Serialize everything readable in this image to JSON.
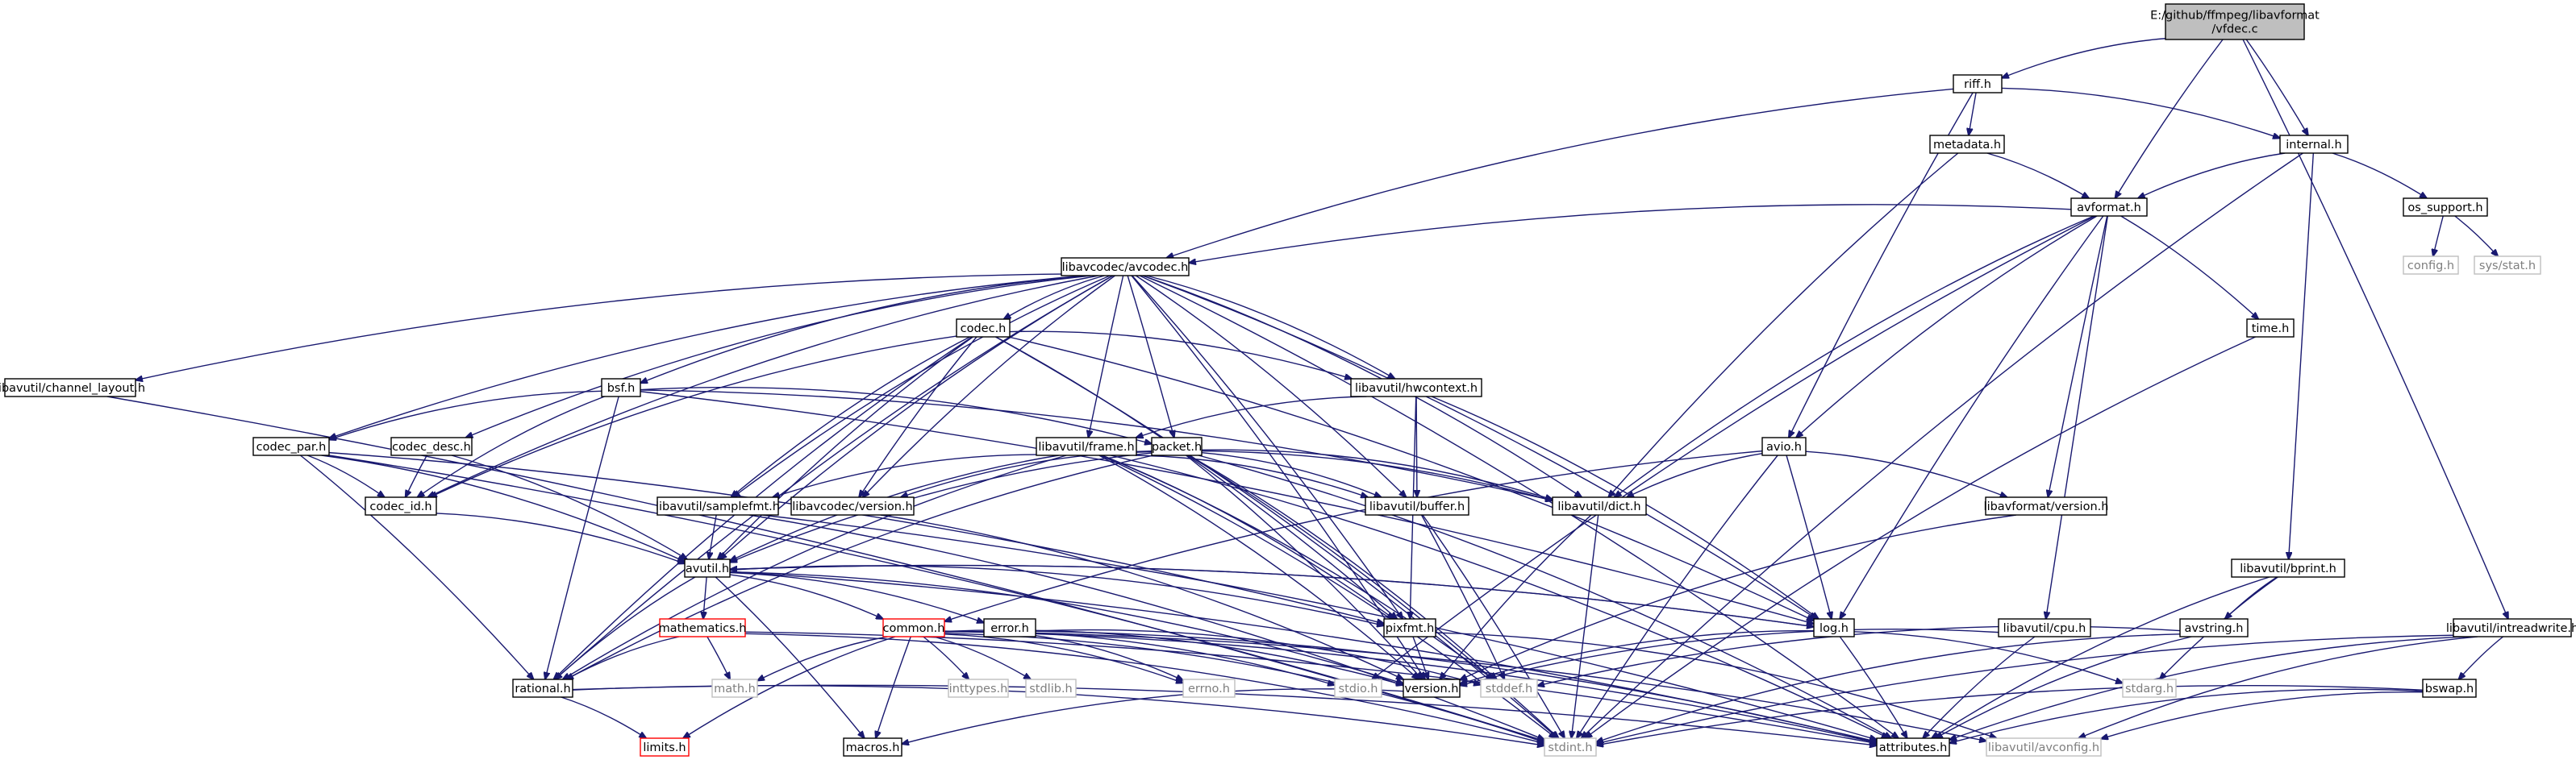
{
  "colors": {
    "edge": "#191970",
    "root_fill": "#bfbfbf",
    "node_border": "#000000",
    "external_border": "#bfbfbf",
    "external_text": "#7f7f7f",
    "truncated_border": "#ff0000"
  },
  "nodes": [
    {
      "id": "root",
      "lines": [
        "E:/github/ffmpeg/libavformat",
        "/vfdec.c"
      ],
      "kind": "root"
    },
    {
      "id": "riff",
      "lines": [
        "riff.h"
      ],
      "kind": "int"
    },
    {
      "id": "metadata",
      "lines": [
        "metadata.h"
      ],
      "kind": "int"
    },
    {
      "id": "internal",
      "lines": [
        "internal.h"
      ],
      "kind": "int"
    },
    {
      "id": "avformat",
      "lines": [
        "avformat.h"
      ],
      "kind": "int"
    },
    {
      "id": "os_support",
      "lines": [
        "os_support.h"
      ],
      "kind": "int"
    },
    {
      "id": "config",
      "lines": [
        "config.h"
      ],
      "kind": "ext"
    },
    {
      "id": "sysstat",
      "lines": [
        "sys/stat.h"
      ],
      "kind": "ext"
    },
    {
      "id": "avcodec",
      "lines": [
        "libavcodec/avcodec.h"
      ],
      "kind": "int"
    },
    {
      "id": "time",
      "lines": [
        "time.h"
      ],
      "kind": "int"
    },
    {
      "id": "chlayout",
      "lines": [
        "libavutil/channel_layout.h"
      ],
      "kind": "int"
    },
    {
      "id": "codec",
      "lines": [
        "codec.h"
      ],
      "kind": "int"
    },
    {
      "id": "hwcontext",
      "lines": [
        "libavutil/hwcontext.h"
      ],
      "kind": "int"
    },
    {
      "id": "bsf",
      "lines": [
        "bsf.h"
      ],
      "kind": "int"
    },
    {
      "id": "codec_par",
      "lines": [
        "codec_par.h"
      ],
      "kind": "int"
    },
    {
      "id": "codec_desc",
      "lines": [
        "codec_desc.h"
      ],
      "kind": "int"
    },
    {
      "id": "frame",
      "lines": [
        "libavutil/frame.h"
      ],
      "kind": "int"
    },
    {
      "id": "packet",
      "lines": [
        "packet.h"
      ],
      "kind": "int"
    },
    {
      "id": "avio",
      "lines": [
        "avio.h"
      ],
      "kind": "int"
    },
    {
      "id": "codec_id",
      "lines": [
        "codec_id.h"
      ],
      "kind": "int"
    },
    {
      "id": "samplefmt",
      "lines": [
        "libavutil/samplefmt.h"
      ],
      "kind": "int"
    },
    {
      "id": "avc_version",
      "lines": [
        "libavcodec/version.h"
      ],
      "kind": "int"
    },
    {
      "id": "buffer",
      "lines": [
        "libavutil/buffer.h"
      ],
      "kind": "int"
    },
    {
      "id": "dict",
      "lines": [
        "libavutil/dict.h"
      ],
      "kind": "int"
    },
    {
      "id": "avf_version",
      "lines": [
        "libavformat/version.h"
      ],
      "kind": "int"
    },
    {
      "id": "bprint",
      "lines": [
        "libavutil/bprint.h"
      ],
      "kind": "int"
    },
    {
      "id": "avutil",
      "lines": [
        "avutil.h"
      ],
      "kind": "int"
    },
    {
      "id": "mathematics",
      "lines": [
        "mathematics.h"
      ],
      "kind": "trunc"
    },
    {
      "id": "common",
      "lines": [
        "common.h"
      ],
      "kind": "trunc"
    },
    {
      "id": "error",
      "lines": [
        "error.h"
      ],
      "kind": "int"
    },
    {
      "id": "pixfmt",
      "lines": [
        "pixfmt.h"
      ],
      "kind": "int"
    },
    {
      "id": "log",
      "lines": [
        "log.h"
      ],
      "kind": "int"
    },
    {
      "id": "cpu",
      "lines": [
        "libavutil/cpu.h"
      ],
      "kind": "int"
    },
    {
      "id": "avstring",
      "lines": [
        "avstring.h"
      ],
      "kind": "int"
    },
    {
      "id": "intreadwrite",
      "lines": [
        "libavutil/intreadwrite.h"
      ],
      "kind": "int"
    },
    {
      "id": "rational",
      "lines": [
        "rational.h"
      ],
      "kind": "int"
    },
    {
      "id": "math",
      "lines": [
        "math.h"
      ],
      "kind": "ext"
    },
    {
      "id": "inttypes",
      "lines": [
        "inttypes.h"
      ],
      "kind": "ext"
    },
    {
      "id": "stdlib",
      "lines": [
        "stdlib.h"
      ],
      "kind": "ext"
    },
    {
      "id": "errno",
      "lines": [
        "errno.h"
      ],
      "kind": "ext"
    },
    {
      "id": "stdio",
      "lines": [
        "stdio.h"
      ],
      "kind": "ext"
    },
    {
      "id": "version",
      "lines": [
        "version.h"
      ],
      "kind": "int"
    },
    {
      "id": "stddef",
      "lines": [
        "stddef.h"
      ],
      "kind": "ext"
    },
    {
      "id": "stdarg",
      "lines": [
        "stdarg.h"
      ],
      "kind": "ext"
    },
    {
      "id": "bswap",
      "lines": [
        "bswap.h"
      ],
      "kind": "int"
    },
    {
      "id": "limits",
      "lines": [
        "limits.h"
      ],
      "kind": "trunc"
    },
    {
      "id": "macros",
      "lines": [
        "macros.h"
      ],
      "kind": "int"
    },
    {
      "id": "stdint",
      "lines": [
        "stdint.h"
      ],
      "kind": "ext"
    },
    {
      "id": "attributes",
      "lines": [
        "attributes.h"
      ],
      "kind": "int"
    },
    {
      "id": "avconfig",
      "lines": [
        "libavutil/avconfig.h"
      ],
      "kind": "ext"
    }
  ],
  "edges": [
    [
      "root",
      "riff"
    ],
    [
      "root",
      "avformat"
    ],
    [
      "root",
      "internal"
    ],
    [
      "root",
      "intreadwrite"
    ],
    [
      "riff",
      "metadata"
    ],
    [
      "riff",
      "internal"
    ],
    [
      "riff",
      "avcodec"
    ],
    [
      "riff",
      "avio"
    ],
    [
      "metadata",
      "avformat"
    ],
    [
      "metadata",
      "dict"
    ],
    [
      "internal",
      "avformat"
    ],
    [
      "internal",
      "os_support"
    ],
    [
      "internal",
      "bprint"
    ],
    [
      "internal",
      "stdint"
    ],
    [
      "os_support",
      "config"
    ],
    [
      "os_support",
      "sysstat"
    ],
    [
      "avformat",
      "avcodec"
    ],
    [
      "avformat",
      "time"
    ],
    [
      "avformat",
      "avio"
    ],
    [
      "avformat",
      "dict"
    ],
    [
      "avformat",
      "avf_version"
    ],
    [
      "avformat",
      "log"
    ],
    [
      "avformat",
      "stdio"
    ],
    [
      "avformat",
      "cpu"
    ],
    [
      "avcodec",
      "chlayout"
    ],
    [
      "avcodec",
      "codec"
    ],
    [
      "avcodec",
      "hwcontext"
    ],
    [
      "avcodec",
      "bsf"
    ],
    [
      "avcodec",
      "codec_par"
    ],
    [
      "avcodec",
      "codec_desc"
    ],
    [
      "avcodec",
      "frame"
    ],
    [
      "avcodec",
      "packet"
    ],
    [
      "avcodec",
      "codec_id"
    ],
    [
      "avcodec",
      "samplefmt"
    ],
    [
      "avcodec",
      "avc_version"
    ],
    [
      "avcodec",
      "buffer"
    ],
    [
      "avcodec",
      "dict"
    ],
    [
      "avcodec",
      "avutil"
    ],
    [
      "avcodec",
      "rational"
    ],
    [
      "avcodec",
      "pixfmt"
    ],
    [
      "avcodec",
      "log"
    ],
    [
      "avcodec",
      "attributes"
    ],
    [
      "avcodec",
      "version"
    ],
    [
      "time",
      "stdint"
    ],
    [
      "chlayout",
      "stdint"
    ],
    [
      "codec",
      "hwcontext"
    ],
    [
      "codec",
      "codec_id"
    ],
    [
      "codec",
      "samplefmt"
    ],
    [
      "codec",
      "avc_version"
    ],
    [
      "codec",
      "avutil"
    ],
    [
      "codec",
      "rational"
    ],
    [
      "codec",
      "pixfmt"
    ],
    [
      "codec",
      "log"
    ],
    [
      "codec",
      "stdint"
    ],
    [
      "hwcontext",
      "frame"
    ],
    [
      "hwcontext",
      "buffer"
    ],
    [
      "hwcontext",
      "pixfmt"
    ],
    [
      "hwcontext",
      "log"
    ],
    [
      "bsf",
      "codec_par"
    ],
    [
      "bsf",
      "codec_id"
    ],
    [
      "bsf",
      "packet"
    ],
    [
      "bsf",
      "dict"
    ],
    [
      "bsf",
      "rational"
    ],
    [
      "bsf",
      "log"
    ],
    [
      "codec_par",
      "codec_id"
    ],
    [
      "codec_par",
      "avutil"
    ],
    [
      "codec_par",
      "rational"
    ],
    [
      "codec_par",
      "pixfmt"
    ],
    [
      "codec_par",
      "stdint"
    ],
    [
      "codec_desc",
      "codec_id"
    ],
    [
      "codec_desc",
      "avutil"
    ],
    [
      "frame",
      "samplefmt"
    ],
    [
      "frame",
      "buffer"
    ],
    [
      "frame",
      "dict"
    ],
    [
      "frame",
      "avutil"
    ],
    [
      "frame",
      "rational"
    ],
    [
      "frame",
      "pixfmt"
    ],
    [
      "frame",
      "attributes"
    ],
    [
      "frame",
      "version"
    ],
    [
      "frame",
      "stddef"
    ],
    [
      "frame",
      "stdint"
    ],
    [
      "packet",
      "avc_version"
    ],
    [
      "packet",
      "buffer"
    ],
    [
      "packet",
      "dict"
    ],
    [
      "packet",
      "avutil"
    ],
    [
      "packet",
      "rational"
    ],
    [
      "packet",
      "attributes"
    ],
    [
      "packet",
      "version"
    ],
    [
      "packet",
      "stddef"
    ],
    [
      "packet",
      "stdint"
    ],
    [
      "avio",
      "dict"
    ],
    [
      "avio",
      "avf_version"
    ],
    [
      "avio",
      "log"
    ],
    [
      "avio",
      "common"
    ],
    [
      "avio",
      "stdint"
    ],
    [
      "codec_id",
      "avutil"
    ],
    [
      "samplefmt",
      "avutil"
    ],
    [
      "samplefmt",
      "attributes"
    ],
    [
      "samplefmt",
      "stdint"
    ],
    [
      "avc_version",
      "version"
    ],
    [
      "buffer",
      "stddef"
    ],
    [
      "buffer",
      "stdint"
    ],
    [
      "dict",
      "version"
    ],
    [
      "dict",
      "stdint"
    ],
    [
      "avf_version",
      "version"
    ],
    [
      "bprint",
      "avstring"
    ],
    [
      "bprint",
      "stdarg"
    ],
    [
      "bprint",
      "attributes"
    ],
    [
      "avutil",
      "mathematics"
    ],
    [
      "avutil",
      "common"
    ],
    [
      "avutil",
      "error"
    ],
    [
      "avutil",
      "pixfmt"
    ],
    [
      "avutil",
      "log"
    ],
    [
      "avutil",
      "rational"
    ],
    [
      "avutil",
      "version"
    ],
    [
      "avutil",
      "macros"
    ],
    [
      "avutil",
      "attributes"
    ],
    [
      "mathematics",
      "math"
    ],
    [
      "mathematics",
      "rational"
    ],
    [
      "mathematics",
      "attributes"
    ],
    [
      "mathematics",
      "stdint"
    ],
    [
      "common",
      "math"
    ],
    [
      "common",
      "inttypes"
    ],
    [
      "common",
      "stdlib"
    ],
    [
      "common",
      "errno"
    ],
    [
      "common",
      "stdio"
    ],
    [
      "common",
      "stdint"
    ],
    [
      "common",
      "limits"
    ],
    [
      "common",
      "macros"
    ],
    [
      "common",
      "attributes"
    ],
    [
      "common",
      "version"
    ],
    [
      "common",
      "avconfig"
    ],
    [
      "common",
      "string_h"
    ],
    [
      "error",
      "errno"
    ],
    [
      "error",
      "stddef"
    ],
    [
      "error",
      "attributes"
    ],
    [
      "pixfmt",
      "version"
    ],
    [
      "pixfmt",
      "avconfig"
    ],
    [
      "log",
      "stdarg"
    ],
    [
      "log",
      "avutil"
    ],
    [
      "log",
      "attributes"
    ],
    [
      "log",
      "version"
    ],
    [
      "cpu",
      "attributes"
    ],
    [
      "cpu",
      "version"
    ],
    [
      "avstring",
      "stddef"
    ],
    [
      "avstring",
      "stdint"
    ],
    [
      "avstring",
      "attributes"
    ],
    [
      "intreadwrite",
      "bswap"
    ],
    [
      "intreadwrite",
      "stdint"
    ],
    [
      "intreadwrite",
      "attributes"
    ],
    [
      "intreadwrite",
      "avconfig"
    ],
    [
      "bswap",
      "stdint"
    ],
    [
      "bswap",
      "attributes"
    ],
    [
      "bswap",
      "avconfig"
    ],
    [
      "rational",
      "limits"
    ],
    [
      "rational",
      "stdint"
    ],
    [
      "rational",
      "attributes"
    ],
    [
      "version",
      "macros"
    ]
  ]
}
